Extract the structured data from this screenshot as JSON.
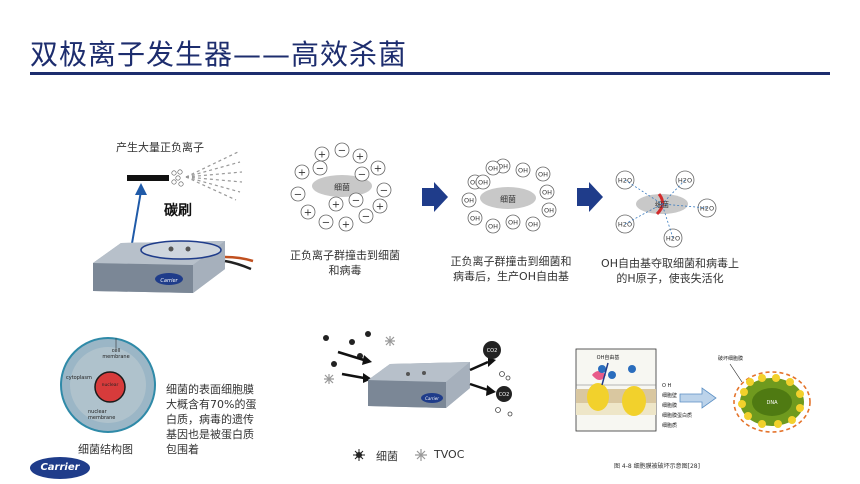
{
  "title": "双极离子发生器——高效杀菌",
  "device": {
    "ion_label": "产生大量正负离子",
    "brush_label": "碳刷"
  },
  "step1": {
    "core_label": "细菌",
    "caption_line1": "正负离子群撞击到细菌",
    "caption_line2": "和病毒"
  },
  "step2": {
    "core_label": "细菌",
    "oh_label": "OH",
    "caption_line1": "正负离子群撞击到细菌和",
    "caption_line2": "病毒后，生产OH自由基"
  },
  "step3": {
    "core_label": "细菌",
    "h2o_label": "H2O",
    "caption_line1": "OH自由基夺取细菌和病毒上",
    "caption_line2": "的H原子，使丧失活化"
  },
  "cell": {
    "label_cell": "cell",
    "label_membrane": "membrane",
    "label_cytoplasm": "cytoplasm",
    "label_nuclear": "nuclear",
    "label_nuclear_membrane": "membrane",
    "caption": "细菌结构图",
    "desc_line1": "细菌的表面细胞膜",
    "desc_line2": "大概含有70%的蛋",
    "desc_line3": "白质，病毒的遗传",
    "desc_line4": "基因也是被蛋白质",
    "desc_line5": "包围着"
  },
  "purify": {
    "co2_label": "CO2",
    "legend_bacteria": "细菌",
    "legend_tvoc": "TVOC"
  },
  "membrane": {
    "oh_label": "OH自由基",
    "labels": [
      "O H",
      "细胞壁",
      "细胞膜",
      "细胞膜蛋白质",
      "细胞质"
    ],
    "fig_caption": "图 4-8 细胞膜被破坏示意图[28]",
    "bacterium_label": "破坏细胞膜",
    "dna_label": "DNA"
  },
  "logo": "Carrier",
  "colors": {
    "title": "#1d2d6e",
    "arrow": "#1f3c8a",
    "bacteria_core": "#c8c8c8",
    "device_body": "#8e9aa8",
    "red_accent": "#d22b2b",
    "green_cell": "#6f9a1e",
    "yellow": "#f2d12c"
  }
}
